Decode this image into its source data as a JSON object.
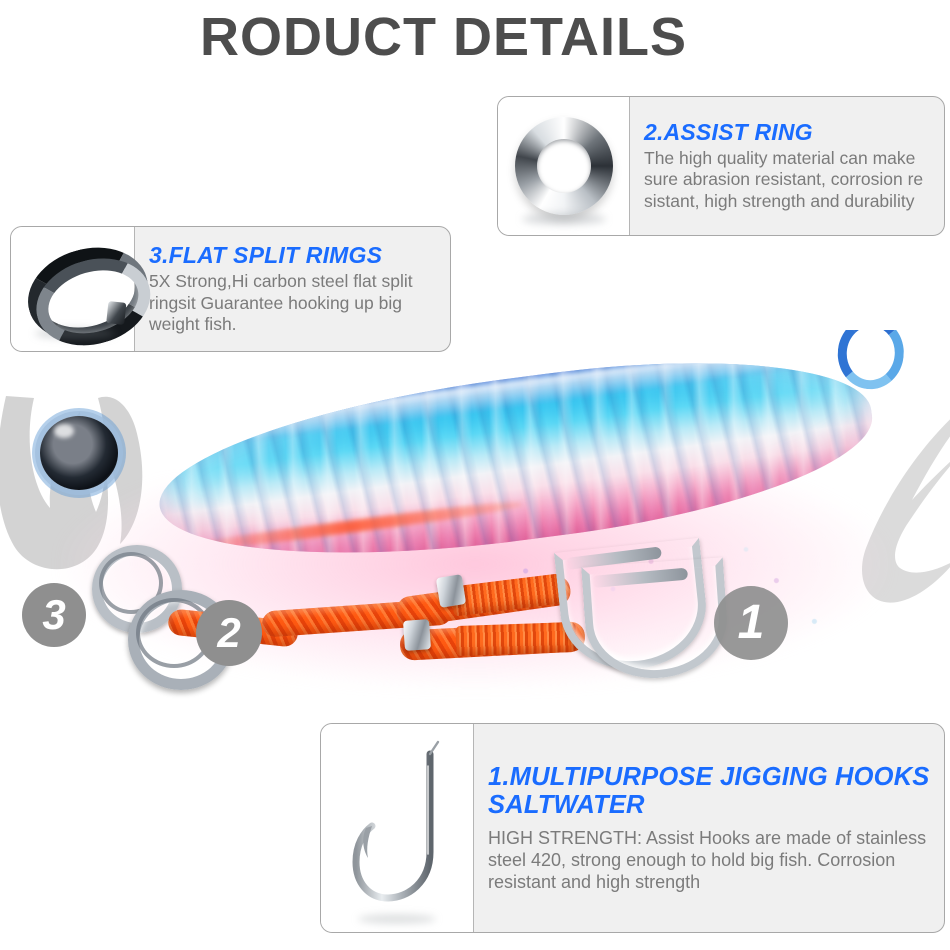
{
  "page": {
    "title": "RODUCT DETAILS",
    "background_color": "#ffffff",
    "accent_color": "#1a6cff",
    "title_color": "#4d4d4d",
    "body_text_color": "#7b7b7b",
    "badge_color": "#8f8f8f",
    "panel_background": "#f0f0f0",
    "panel_border_color": "#a8a8a8"
  },
  "panels": [
    {
      "id": "assist-ring",
      "number": "2",
      "title": "2.ASSIST RING",
      "body": "The high quality material can make sure abrasion resistant, corrosion re sistant, high strength and durability",
      "thumb_icon": "solid-ring-icon"
    },
    {
      "id": "split-rings",
      "number": "3",
      "title": "3.FLAT SPLIT RIMGS",
      "body": "5X Strong,Hi carbon steel flat split ringsit Guarantee hooking up big weight fish.",
      "thumb_icon": "flat-split-ring-icon"
    },
    {
      "id": "hooks",
      "number": "1",
      "title": "1.MULTIPURPOSE JIGGING HOOKS SALTWATER",
      "body": "HIGH STRENGTH: Assist Hooks are made of stainless steel 420, strong enough to hold big fish. Corrosion resistant and high strength",
      "thumb_icon": "fishing-hook-icon"
    }
  ],
  "callouts": {
    "badge_1": "1",
    "badge_2": "2",
    "badge_3": "3"
  },
  "product_photo": {
    "subject": "metal jig fishing lure with assist hooks",
    "body_colors": [
      "#2f6fd8",
      "#2fc2ef",
      "#f2f2f6",
      "#f6a8c8"
    ],
    "cord_color": "#ff5a12",
    "hardware_color": "#c2c8ce"
  }
}
